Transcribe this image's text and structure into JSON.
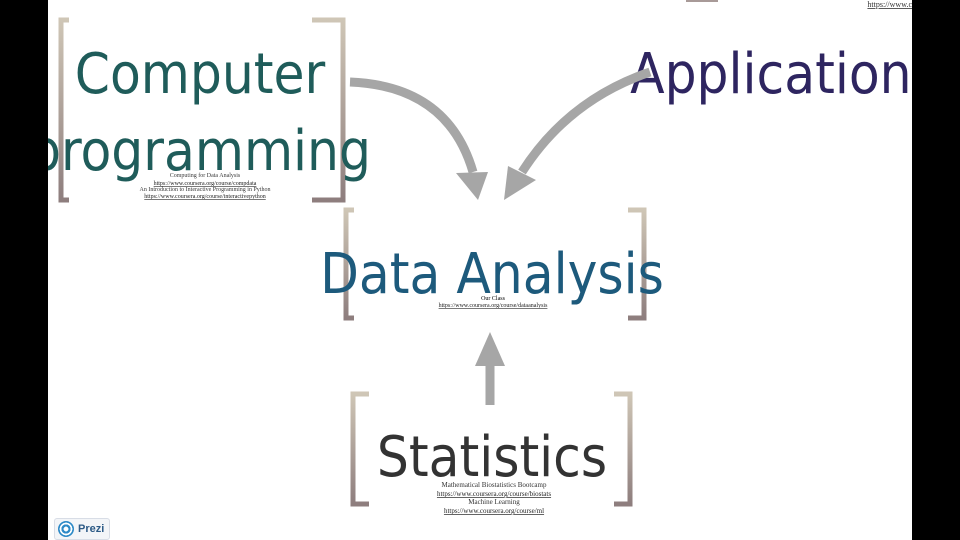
{
  "nodes": {
    "computer_programming": {
      "title_line1": "Computer",
      "title_line2": "programming",
      "courses": [
        "Computing for Data Analysis",
        "https://www.coursera.org/course/compdata",
        "An Introduction to Interactive Programming in Python",
        "https://www.coursera.org/course/interactivepython"
      ],
      "color": "#1f5c5a"
    },
    "applications": {
      "title": "Applications",
      "color": "#2e2560"
    },
    "data_analysis": {
      "title": "Data Analysis",
      "sub_label": "Our Class",
      "url": "https://www.coursera.org/course/dataanalysis",
      "color": "#1d5a7c"
    },
    "statistics": {
      "title": "Statistics",
      "courses": [
        "Mathematical Biostatistics Bootcamp",
        "https://www.coursera.org/course/biostats",
        "Machine Learning",
        "https://www.coursera.org/course/ml"
      ],
      "color": "#333333"
    }
  },
  "corner_text": "https://www.c",
  "arrow_color": "#a6a6a6",
  "badge": {
    "label": "Prezi",
    "icon": "prezi-logo-icon"
  }
}
